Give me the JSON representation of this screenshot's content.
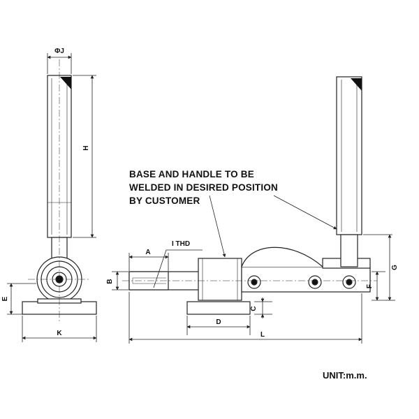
{
  "note": {
    "line1": "BASE AND HANDLE TO BE",
    "line2": "WELDED IN DESIRED POSITION",
    "line3": "BY CUSTOMER"
  },
  "unit_label": "UNIT:m.m.",
  "dimensions": {
    "J": "ΦJ",
    "H": "H",
    "E": "E",
    "K": "K",
    "A": "A",
    "THD": "I THD",
    "B": "B",
    "D": "D",
    "C": "C",
    "L": "L",
    "F": "F",
    "G": "G"
  },
  "colors": {
    "line": "#222222",
    "fill": "#ffffff",
    "dark": "#111111"
  }
}
